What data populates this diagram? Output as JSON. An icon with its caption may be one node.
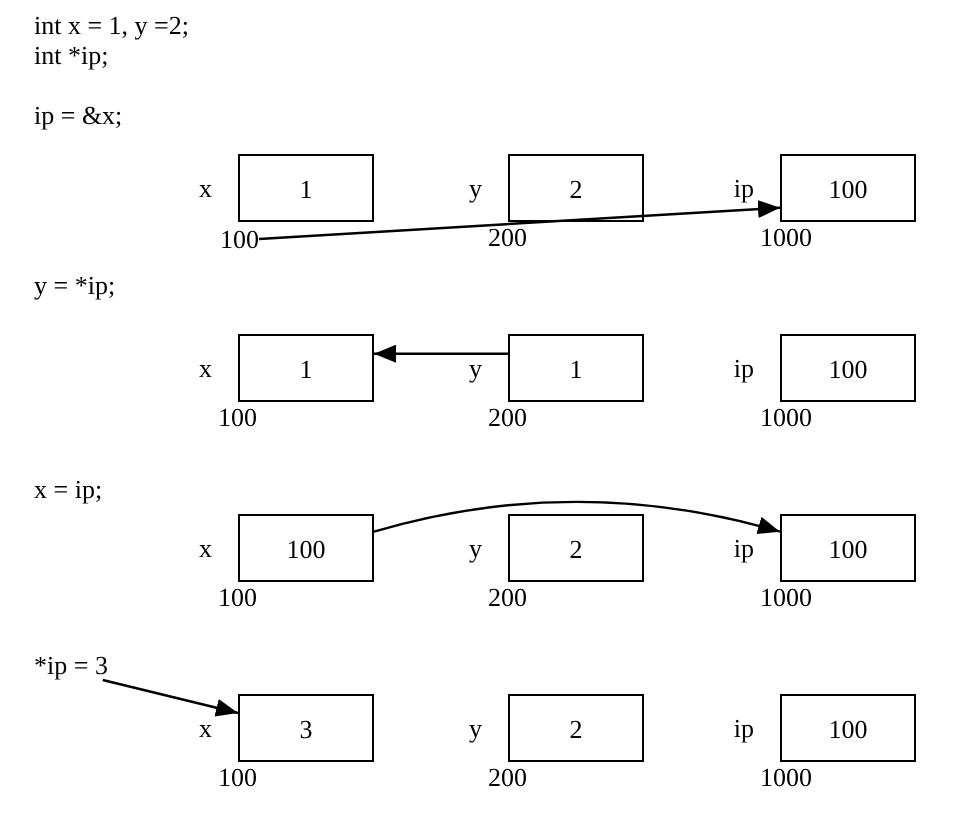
{
  "diagram": {
    "nodes": [
      {
        "text": [
          "1"
        ],
        "beside": [
          "x"
        ]
      },
      {
        "text": [
          "2"
        ],
        "beside": [
          "y",
          "200"
        ]
      },
      {
        "text": [
          "100"
        ],
        "beside": [
          "ip",
          "1000"
        ]
      },
      {
        "text": [
          "100"
        ]
      },
      {
        "text": [
          "1"
        ],
        "beside": [
          "x",
          "100"
        ]
      },
      {
        "text": [
          "1"
        ],
        "beside": [
          "y",
          "200"
        ]
      },
      {
        "text": [
          "100"
        ],
        "beside": [
          "ip",
          "1000"
        ]
      },
      {
        "text": [
          "100"
        ],
        "beside": [
          "x",
          "100"
        ]
      },
      {
        "text": [
          "2"
        ],
        "beside": [
          "y",
          "200"
        ]
      },
      {
        "text": [
          "100"
        ],
        "beside": [
          "ip",
          "1000"
        ]
      },
      {
        "text": [
          "*ip = 3"
        ]
      },
      {
        "text": [
          "3"
        ],
        "beside": [
          "x",
          "100"
        ]
      },
      {
        "text": [
          "2"
        ],
        "beside": [
          "y",
          "200"
        ]
      },
      {
        "text": [
          "100"
        ],
        "beside": [
          "ip",
          "1000"
        ]
      }
    ],
    "edges": [
      {
        "from": 3,
        "to": 2,
        "arrow": "to"
      },
      {
        "from": 5,
        "to": 4,
        "arrow": "to"
      },
      {
        "from": 7,
        "to": 9,
        "arrow": "to"
      },
      {
        "from": 10,
        "to": 11,
        "arrow": "to"
      }
    ],
    "labels": [
      "int x = 1, y =2;",
      "int *ip;",
      "ip = &x;",
      "y = *ip;",
      "x = ip;"
    ]
  }
}
